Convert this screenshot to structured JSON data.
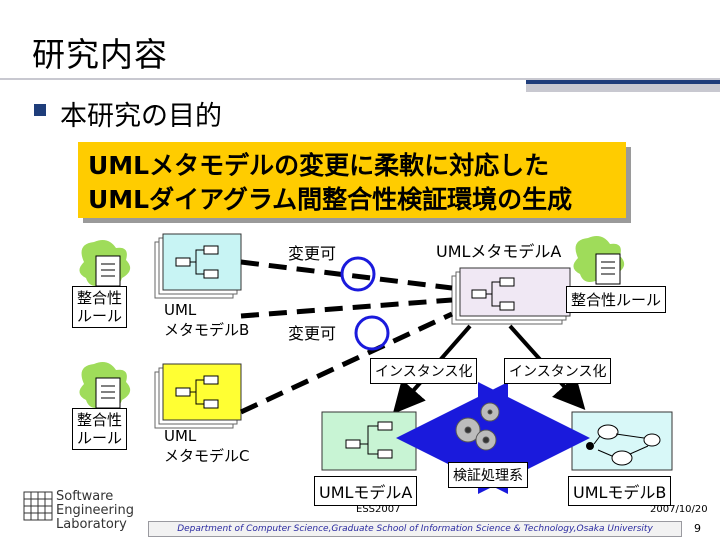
{
  "slide": {
    "title": "研究内容",
    "bullet": "本研究の目的",
    "goal_line1": "UMLメタモデルの変更に柔軟に対応した",
    "goal_line2": "UMLダイアグラム間整合性検証環境の生成",
    "slide_number": "9"
  },
  "diagram": {
    "change_label_1": "変更可",
    "change_label_2": "変更可",
    "metamodel_a": "UMLメタモデルA",
    "rule_right": "整合性ルール",
    "rule_left_1": "整合性\nルール",
    "rule_left_2": "整合性\nルール",
    "metamodel_b": "UML\nメタモデルB",
    "metamodel_c": "UML\nメタモデルC",
    "instantiate_1": "インスタンス化",
    "instantiate_2": "インスタンス化",
    "model_a": "UMLモデルA",
    "model_b": "UMLモデルB",
    "checker": "検証処理系"
  },
  "footer": {
    "left_text": "ESS2007",
    "date": "2007/10/20",
    "department": "Department of Computer Science,Graduate School of Information Science & Technology,Osaka University"
  },
  "logo": {
    "line1": "Software",
    "line2": "Engineering",
    "line3": "Laboratory"
  },
  "colors": {
    "accent_blue": "#1f3d7a",
    "goal_yellow": "#ffcc00",
    "metamodel_cyan": "#c8f4f4",
    "metamodel_yellow": "#ffff33",
    "checker_blue": "#1a1adc"
  }
}
